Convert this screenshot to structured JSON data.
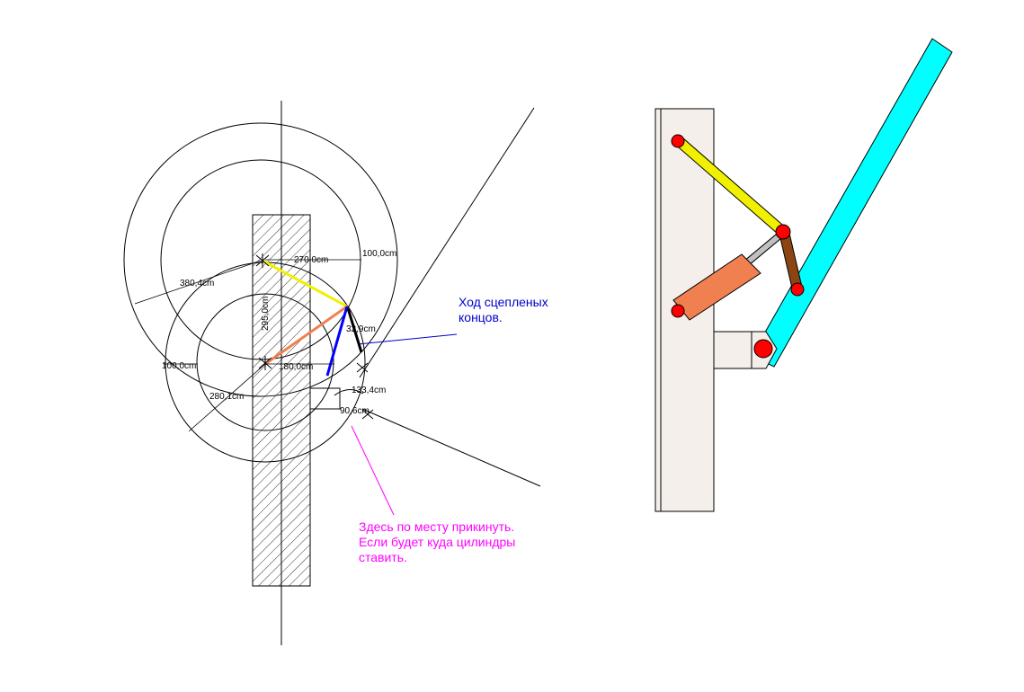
{
  "dimensions": {
    "d270": "270,0cm",
    "d100_top": "100,0cm",
    "d380": "380,4cm",
    "d295": "295,0cm",
    "d32": "32,9cm",
    "d100_left": "100,0cm",
    "d180": "180,0cm",
    "d133": "133,4cm",
    "d280": "280,1cm",
    "d90": "90,6cm"
  },
  "notes": {
    "stroke": {
      "line1": "Ход сцепленых",
      "line2": "концов."
    },
    "place": {
      "line1": "Здесь по месту прикинуть.",
      "line2": "Если будет куда цилиндры",
      "line3": "ставить."
    }
  },
  "colors": {
    "yellow_link": "#f0f000",
    "orange_link": "#f08050",
    "blue_link": "#0000ff",
    "note_blue": "#0000cc",
    "note_magenta": "#ff00ff",
    "boom": "#00ffff",
    "cylinder": "#f08050",
    "rod": "#c0c0c0",
    "brown_link": "#8b4513",
    "pin": "#ff0000"
  }
}
